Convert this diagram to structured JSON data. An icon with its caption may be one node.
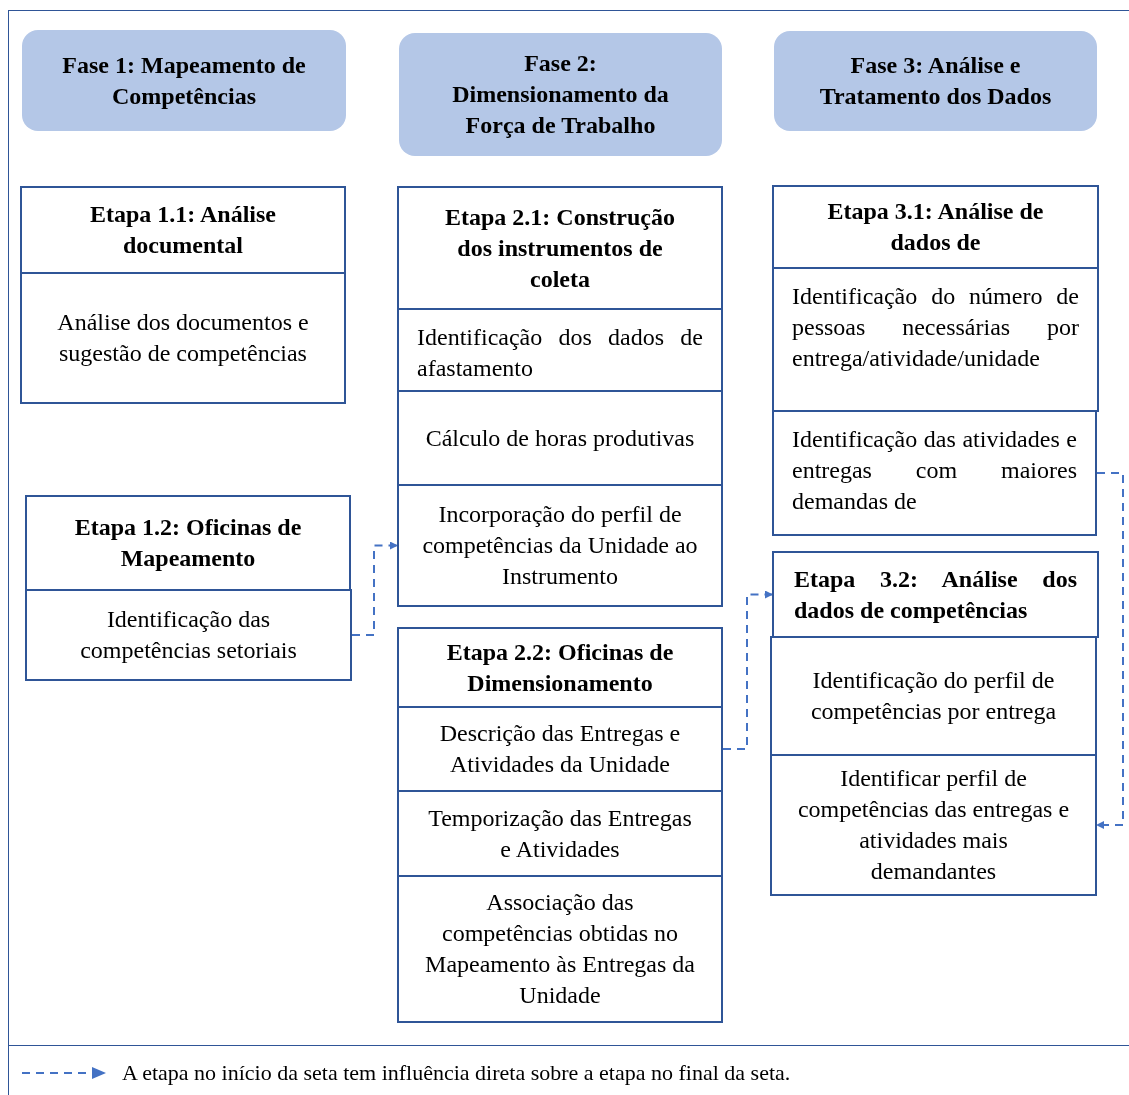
{
  "diagram": {
    "nodes": [
      {
        "text": [
          "Fase 1: Mapeamento de Competências"
        ]
      },
      {
        "text": [
          "Fase 2: Dimensionamento da Força de Trabalho"
        ]
      },
      {
        "text": [
          "Fase 3: Análise e Tratamento dos Dados"
        ]
      },
      {
        "text": [
          "Etapa 1.1: Análise documental"
        ]
      },
      {
        "text": [
          "Análise dos documentos e sugestão de competências"
        ]
      },
      {
        "text": [
          "Etapa 1.2: Oficinas de Mapeamento"
        ]
      },
      {
        "text": [
          "Identificação das competências setoriais"
        ]
      },
      {
        "text": [
          "Etapa 2.1: Construção dos instrumentos de coleta"
        ]
      },
      {
        "text": [
          "Identificação dos dados de afastamento"
        ]
      },
      {
        "text": [
          "Cálculo de horas produtivas"
        ]
      },
      {
        "text": [
          "Incorporação do perfil de competências da Unidade ao Instrumento"
        ]
      },
      {
        "text": [
          "Etapa 2.2: Oficinas de Dimensionamento"
        ]
      },
      {
        "text": [
          "Descrição das Entregas e Atividades da Unidade"
        ]
      },
      {
        "text": [
          "Temporização das Entregas e Atividades"
        ]
      },
      {
        "text": [
          "Associação das competências obtidas no Mapeamento às Entregas da Unidade"
        ]
      },
      {
        "text": [
          "Etapa 3.1: Análise de dados de"
        ]
      },
      {
        "text": [
          "Identificação do número de pessoas necessárias por entrega/atividade/unidade"
        ]
      },
      {
        "text": [
          "Identificação das atividades e entregas com maiores demandas de"
        ]
      },
      {
        "text": [
          "Etapa 3.2: Análise dos dados de competências"
        ]
      },
      {
        "text": [
          "Identificação do perfil de competências por entrega"
        ]
      },
      {
        "text": [
          "Identificar perfil de competências das entregas e atividades mais demandantes"
        ]
      }
    ],
    "edges": [
      {
        "from": 6,
        "to": 10,
        "arrow": "to",
        "style": "dashed"
      },
      {
        "from": 12,
        "to": 18,
        "arrow": "to",
        "style": "dashed"
      },
      {
        "from": 17,
        "to": 20,
        "arrow": "to",
        "style": "dashed"
      }
    ],
    "legend": [
      {
        "text": "A etapa no início da seta tem influência direta sobre a etapa no final da seta."
      }
    ]
  }
}
